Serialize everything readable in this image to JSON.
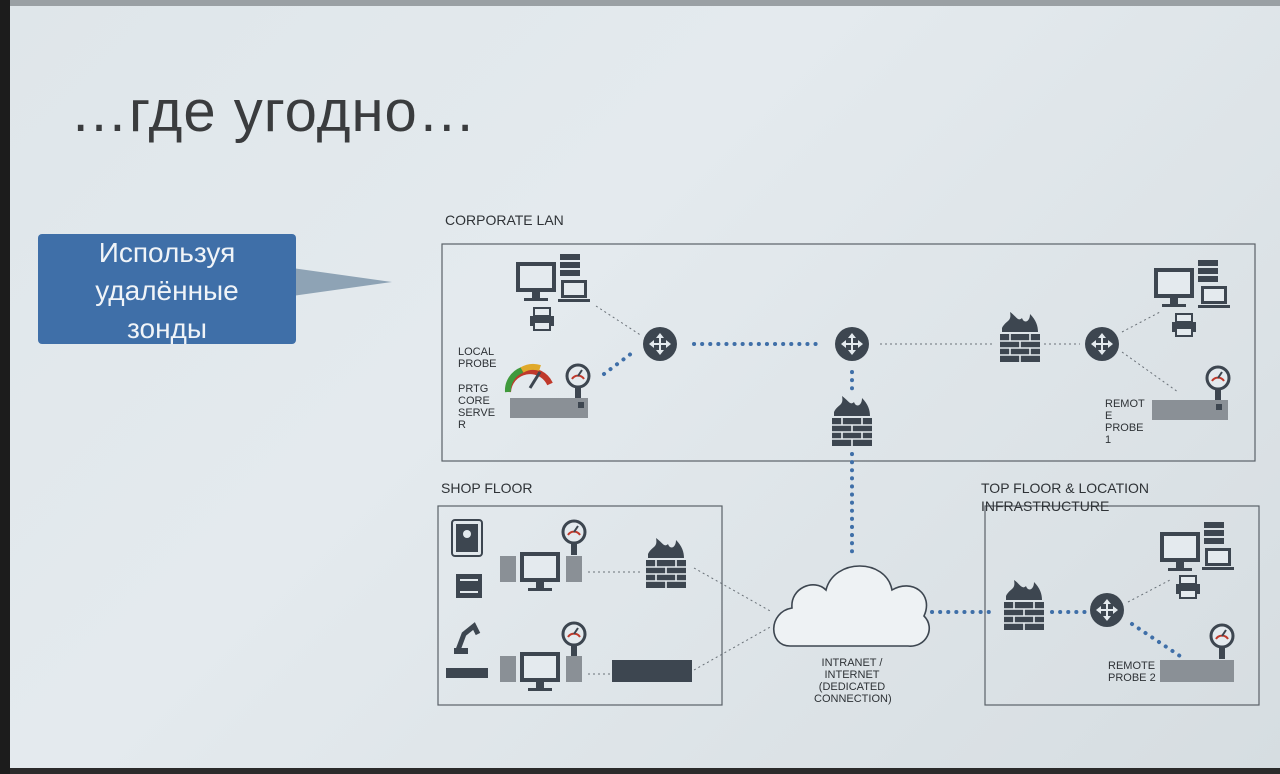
{
  "slide": {
    "title": "…где угодно…",
    "callout_lines": [
      "Используя",
      "удалённые",
      "зонды"
    ]
  },
  "diagram": {
    "sections": {
      "corporate_lan": "CORPORATE LAN",
      "shop_floor": "SHOP FLOOR",
      "top_floor": "TOP FLOOR & LOCATION INFRASTRUCTURE"
    },
    "labels": {
      "local_probe": "LOCAL PROBE",
      "prtg_core_server": "PRTG CORE SERVE R",
      "remote_probe_1": "REMOT E PROBE 1",
      "remote_probe_2": "REMOTE PROBE 2",
      "intranet": "INTRANET / INTERNET (DEDICATED CONNECTION)"
    },
    "colors": {
      "icon": "#3d4650",
      "link": "#3f6fa8",
      "callout": "#3f6fa8"
    }
  }
}
